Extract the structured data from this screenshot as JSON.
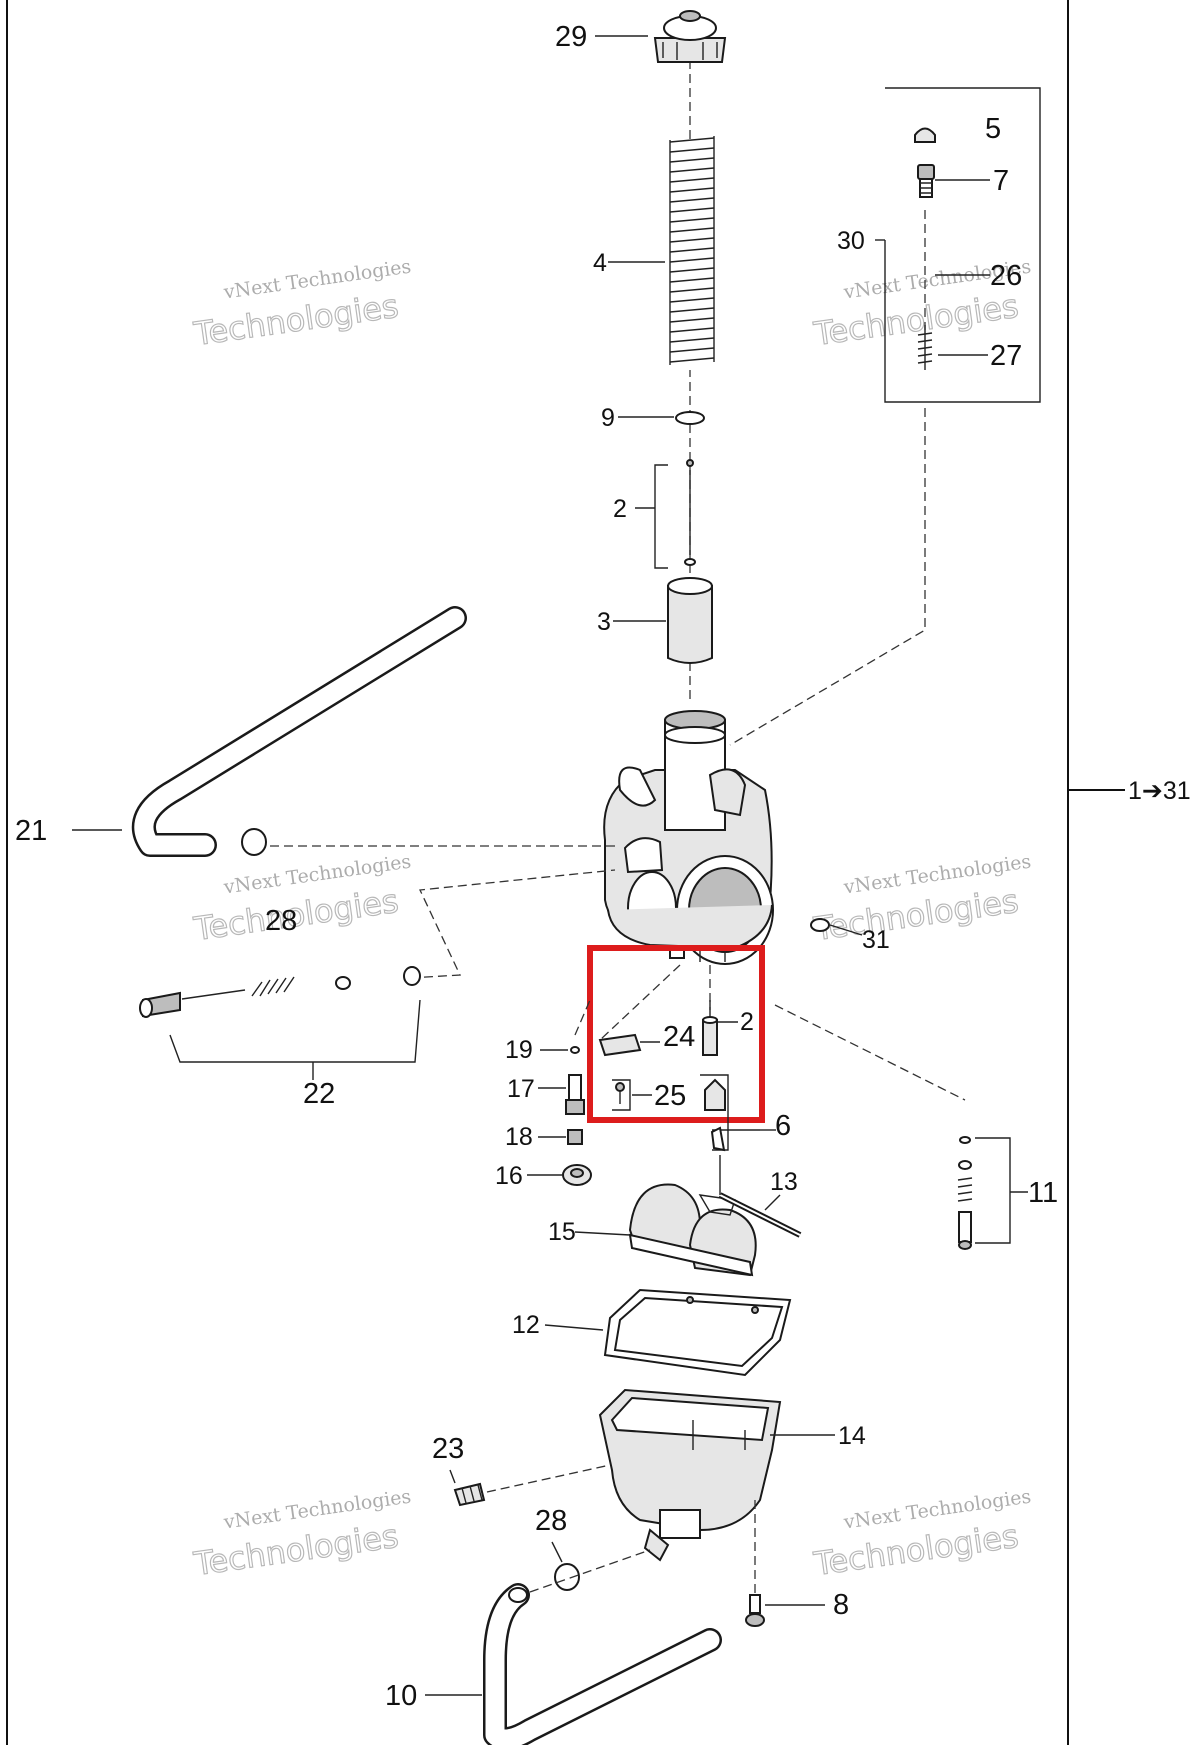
{
  "diagram": {
    "range_label": "1➔31",
    "highlight_color": "#dd1c1c",
    "callouts": [
      {
        "id": "29",
        "text": "29"
      },
      {
        "id": "4",
        "text": "4"
      },
      {
        "id": "9",
        "text": "9"
      },
      {
        "id": "2",
        "text": "2"
      },
      {
        "id": "3",
        "text": "3"
      },
      {
        "id": "5",
        "text": "5"
      },
      {
        "id": "7",
        "text": "7"
      },
      {
        "id": "30",
        "text": "30"
      },
      {
        "id": "26",
        "text": "26"
      },
      {
        "id": "27",
        "text": "27"
      },
      {
        "id": "21",
        "text": "21"
      },
      {
        "id": "28a",
        "text": "28"
      },
      {
        "id": "22",
        "text": "22"
      },
      {
        "id": "31",
        "text": "31"
      },
      {
        "id": "24",
        "text": "24"
      },
      {
        "id": "20",
        "text": "2"
      },
      {
        "id": "25",
        "text": "25"
      },
      {
        "id": "6",
        "text": "6"
      },
      {
        "id": "19",
        "text": "19"
      },
      {
        "id": "17",
        "text": "17"
      },
      {
        "id": "18",
        "text": "18"
      },
      {
        "id": "16",
        "text": "16"
      },
      {
        "id": "13",
        "text": "13"
      },
      {
        "id": "15",
        "text": "15"
      },
      {
        "id": "11",
        "text": "11"
      },
      {
        "id": "12",
        "text": "12"
      },
      {
        "id": "14",
        "text": "14"
      },
      {
        "id": "23",
        "text": "23"
      },
      {
        "id": "28b",
        "text": "28"
      },
      {
        "id": "8",
        "text": "8"
      },
      {
        "id": "10",
        "text": "10"
      }
    ],
    "watermarks": [
      {
        "line1": "vNext Technologies",
        "line2": "Technologies"
      },
      {
        "line1": "vNext Technologies",
        "line2": "Technologies"
      },
      {
        "line1": "vNext Technologies",
        "line2": "Technologies"
      },
      {
        "line1": "vNext Technologies",
        "line2": "Technologies"
      },
      {
        "line1": "vNext Technologies",
        "line2": "Technologies"
      },
      {
        "line1": "vNext Technologies",
        "line2": "Technologies"
      }
    ]
  }
}
